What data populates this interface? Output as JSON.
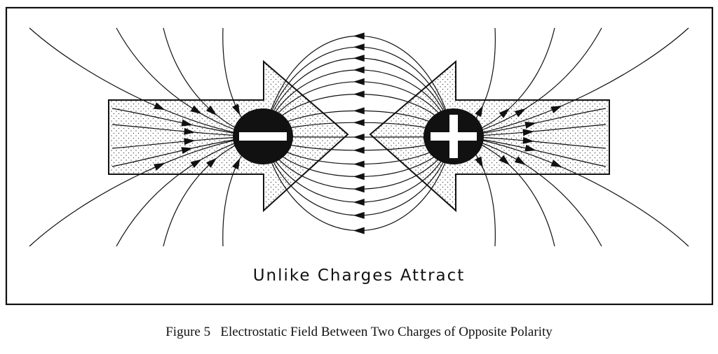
{
  "figure": {
    "diagram_label": "Unlike Charges Attract",
    "caption_number": "Figure 5",
    "caption_text": "Electrostatic Field Between Two Charges of Opposite Polarity"
  },
  "charges": {
    "negative_symbol": "minus",
    "positive_symbol": "plus"
  },
  "colors": {
    "ink": "#111111",
    "background": "#ffffff",
    "stipple": "#555555"
  }
}
